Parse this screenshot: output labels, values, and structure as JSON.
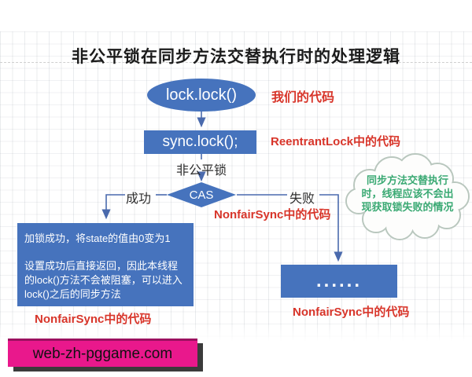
{
  "title": "非公平锁在同步方法交替执行时的处理逻辑",
  "flowchart": {
    "start_node": "lock.lock()",
    "sync_node": "sync.lock();",
    "branch_label": "非公平锁",
    "decision_node": "CAS",
    "success_label": "成功",
    "fail_label": "失败",
    "success_box": {
      "line1": "加锁成功，将state的值由0变为1",
      "line2": "设置成功后直接返回，因此本线程的lock()方法不会被阻塞，可以进入lock()之后的同步方法"
    },
    "fail_box": "......"
  },
  "annotations": {
    "our_code": "我们的代码",
    "reentrant_lock": "ReentrantLock中的代码",
    "nonfair_center": "NonfairSync中的代码",
    "nonfair_left": "NonfairSync中的代码",
    "nonfair_right": "NonfairSync中的代码"
  },
  "cloud_note": "同步方法交替执行\n时，线程应该不会出\n现获取锁失败的情况",
  "watermark": "web-zh-pggame.com",
  "colors": {
    "node_blue": "#4673bd",
    "connector_blue": "#4a6aad",
    "annotation_red": "#d8352a",
    "note_green": "#3aa973",
    "watermark_pink": "#e9188c"
  }
}
